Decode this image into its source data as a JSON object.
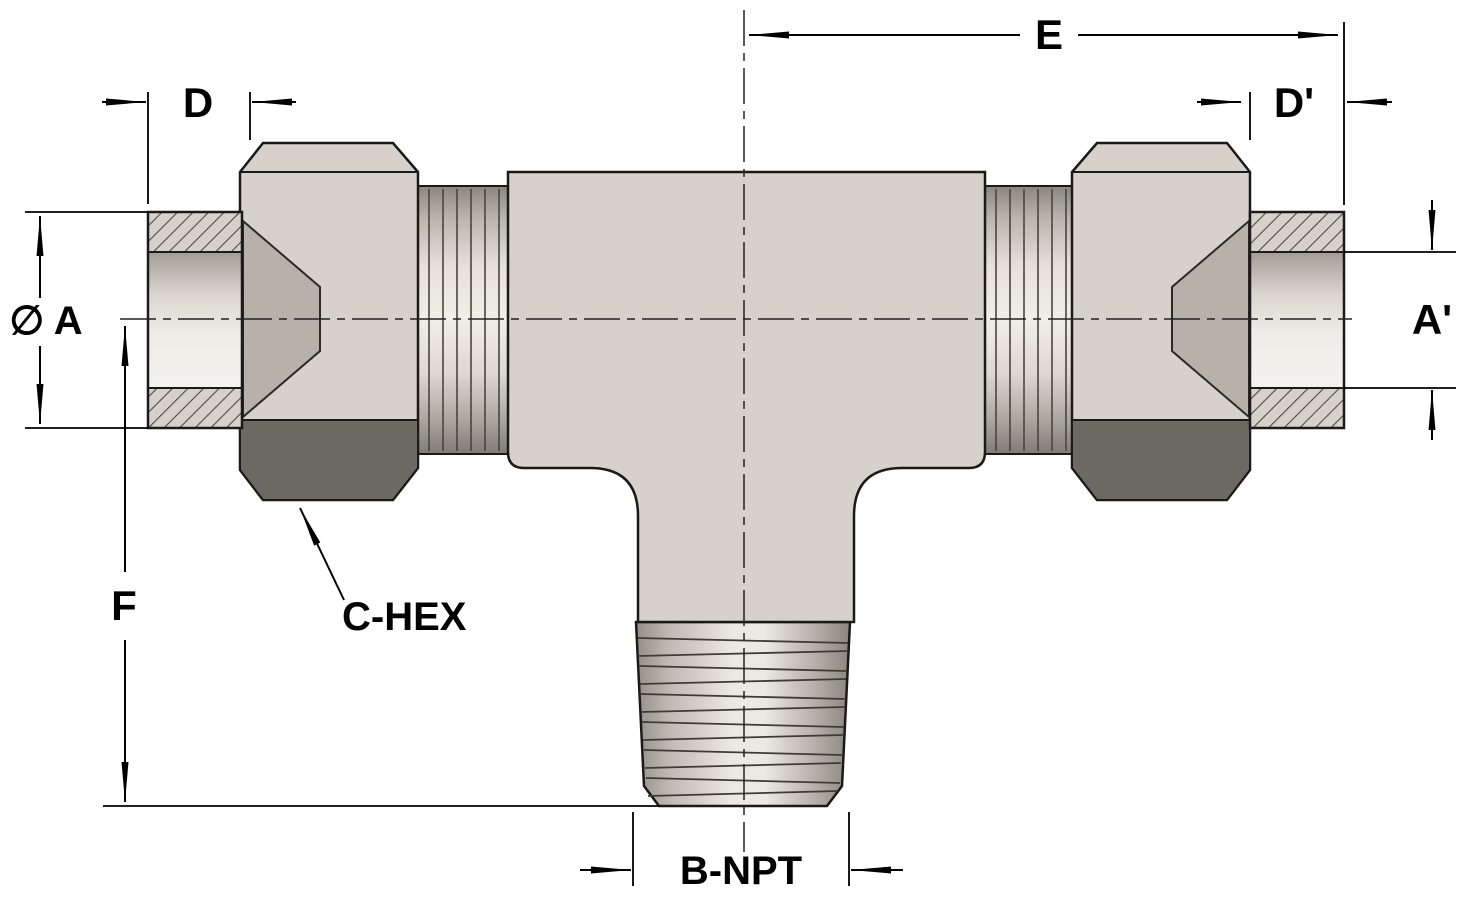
{
  "labels": {
    "e": "E",
    "d": "D",
    "d_prime": "D'",
    "dia_a": "∅ A",
    "a_prime": "A'",
    "f": "F",
    "c_hex": "C-HEX",
    "b_npt": "B-NPT"
  },
  "colors": {
    "background": "#ffffff",
    "metal_light": "#d6d1ca",
    "metal_mid": "#c2bdb5",
    "metal_dark_band": "#6d6963",
    "cone_shadow": "#b7b1a9",
    "outline": "#1a1a1a"
  }
}
